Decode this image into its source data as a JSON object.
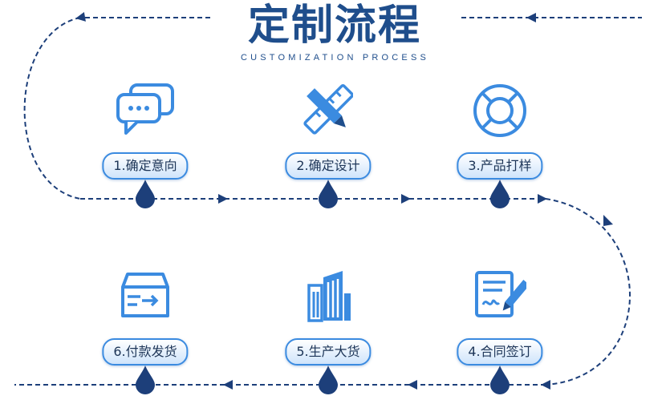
{
  "title": "定制流程",
  "subtitle": "CUSTOMIZATION PROCESS",
  "steps": [
    {
      "label": "1.确定意向",
      "icon": "chat-bubbles-icon"
    },
    {
      "label": "2.确定设计",
      "icon": "ruler-pencil-icon"
    },
    {
      "label": "3.产品打样",
      "icon": "lifebuoy-icon"
    },
    {
      "label": "4.合同签订",
      "icon": "contract-sign-icon"
    },
    {
      "label": "5.生产大货",
      "icon": "building-icon"
    },
    {
      "label": "6.付款发货",
      "icon": "delivery-box-icon"
    }
  ],
  "colors": {
    "primary": "#3b8be0",
    "dark": "#1f4e8c",
    "line": "#1d3f7a"
  }
}
